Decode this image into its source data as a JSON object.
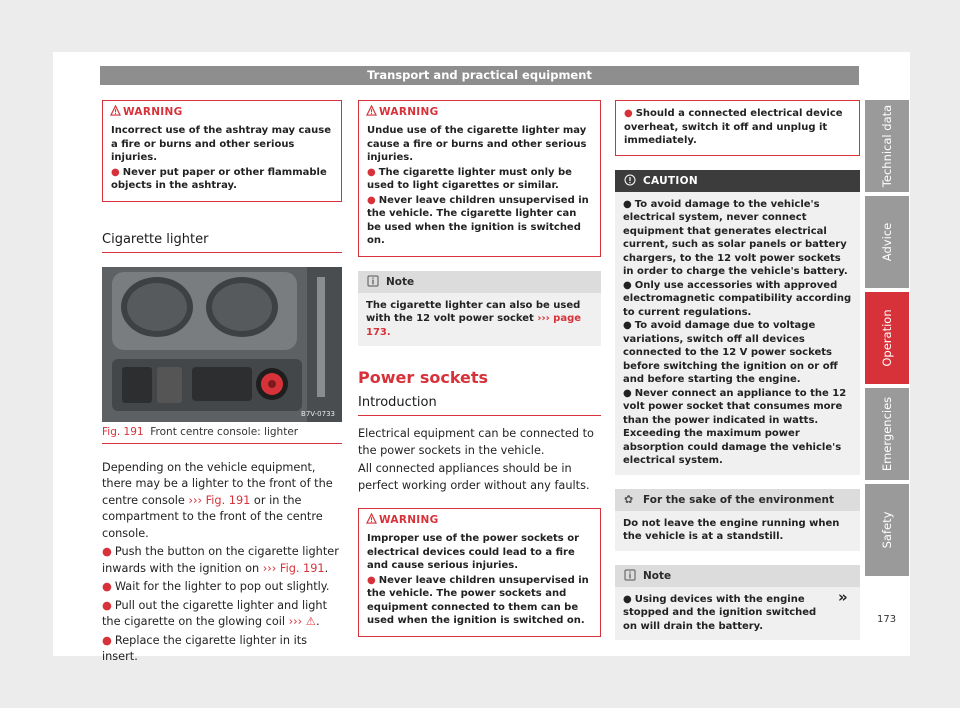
{
  "header": "Transport and practical equipment",
  "col1": {
    "warning1": {
      "title": "WARNING",
      "lines": [
        "Incorrect use of the ashtray may cause a fire or burns and other serious injuries.",
        "Never put paper or other flammable objects in the ashtray."
      ]
    },
    "section": "Cigarette lighter",
    "fig_label": "Fig. 191",
    "fig_caption": "Front centre console: lighter",
    "image_code": "B7V-0733",
    "para_a": "Depending on the vehicle equipment, there may be a lighter to the front of the centre console",
    "para_ref": "››› Fig. 191",
    "para_b": "or in the compartment to the front of the centre console.",
    "b1a": "Push the button on the cigarette lighter inwards with the ignition on",
    "b1ref": "››› Fig. 191",
    "b2": "Wait for the lighter to pop out slightly.",
    "b3a": "Pull out the cigarette lighter and light the cigarette on the glowing coil",
    "b3ref": "›››",
    "b4": "Replace the cigarette lighter in its insert."
  },
  "col2": {
    "warning2": {
      "title": "WARNING",
      "l1": "Undue use of the cigarette lighter may cause a fire or burns and other serious injuries.",
      "l2": "The cigarette lighter must only be used to light cigarettes or similar.",
      "l3": "Never leave children unsupervised in the vehicle. The cigarette lighter can be used when the ignition is switched on."
    },
    "note": {
      "title": "Note",
      "text": "The cigarette lighter can also be used with the 12 volt power socket",
      "ref": "››› page 173."
    },
    "big": "Power sockets",
    "intro": "Introduction",
    "p1": "Electrical equipment can be connected to the power sockets in the vehicle.",
    "p2": "All connected appliances should be in perfect working order without any faults.",
    "warning3": {
      "title": "WARNING",
      "l1": "Improper use of the power sockets or electrical devices could lead to a fire and cause serious injuries.",
      "l2": "Never leave children unsupervised in the vehicle. The power sockets and equipment connected to them can be used when the ignition is switched on."
    }
  },
  "col3": {
    "cont_box": "Should a connected electrical device overheat, switch it off and unplug it immediately.",
    "caution": {
      "title": "CAUTION",
      "l1": "To avoid damage to the vehicle's electrical system, never connect equipment that generates electrical current, such as solar panels or battery chargers, to the 12 volt power sockets in order to charge the vehicle's battery.",
      "l2": "Only use accessories with approved electromagnetic compatibility according to current regulations.",
      "l3": "To avoid damage due to voltage variations, switch off all devices connected to the 12 V power sockets before switching the ignition on or off and before starting the engine.",
      "l4": "Never connect an appliance to the 12 volt power socket that consumes more than the power indicated in watts. Exceeding the maximum power absorption could damage the vehicle's electrical system."
    },
    "env": {
      "title": "For the sake of the environment",
      "text": "Do not leave the engine running when the vehicle is at a standstill."
    },
    "note2": {
      "title": "Note",
      "text": "Using devices with the engine stopped and the ignition switched on will drain the battery."
    },
    "cont_mark": "»"
  },
  "tabs": [
    "Technical data",
    "Advice",
    "Operation",
    "Emergencies",
    "Safety"
  ],
  "page_number": "173",
  "colors": {
    "accent": "#d7323a",
    "tab_grey": "#9a9a9a"
  }
}
